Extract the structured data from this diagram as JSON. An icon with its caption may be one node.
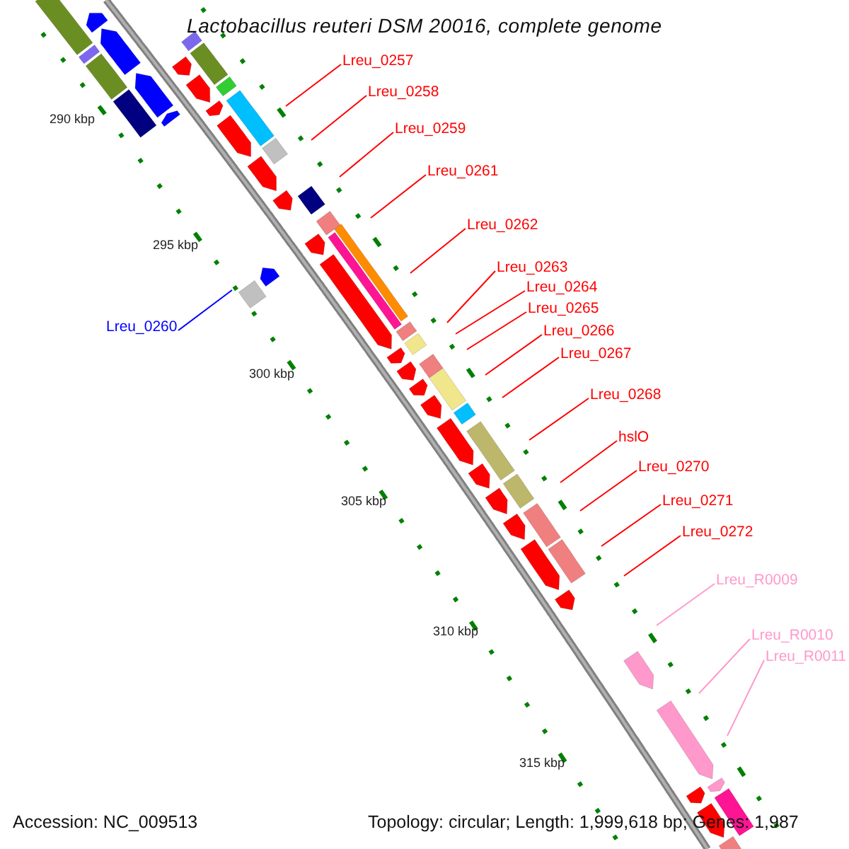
{
  "diagram": {
    "title": "Lactobacillus reuteri DSM 20016, complete genome",
    "nodes": [
      {
        "text": [
          "Lreu_0257"
        ]
      },
      {
        "text": [
          "Lreu_0258"
        ]
      },
      {
        "text": [
          "Lreu_0259"
        ]
      },
      {
        "text": [
          "Lreu_0261"
        ]
      },
      {
        "text": [
          "Lreu_0262"
        ]
      },
      {
        "text": [
          "Lreu_0263"
        ]
      },
      {
        "text": [
          "Lreu_0264"
        ]
      },
      {
        "text": [
          "Lreu_0265"
        ]
      },
      {
        "text": [
          "Lreu_0260"
        ]
      },
      {
        "text": [
          "Lreu_0266"
        ]
      },
      {
        "text": [
          "Lreu_0267"
        ]
      },
      {
        "text": [
          "Lreu_0268"
        ]
      },
      {
        "text": [
          "hslO"
        ]
      },
      {
        "text": [
          "Lreu_0270"
        ]
      },
      {
        "text": [
          "Lreu_0271"
        ]
      },
      {
        "text": [
          "Lreu_0272"
        ]
      },
      {
        "text": [
          "Lreu_R0009"
        ]
      },
      {
        "text": [
          "Lreu_R0010"
        ]
      },
      {
        "text": [
          "Lreu_R0011"
        ]
      }
    ],
    "edges": [
      {
        "from": 0,
        "to": null,
        "arrow": "none"
      },
      {
        "from": 1,
        "to": null,
        "arrow": "none"
      },
      {
        "from": 2,
        "to": null,
        "arrow": "none"
      },
      {
        "from": 3,
        "to": null,
        "arrow": "none"
      },
      {
        "from": 4,
        "to": null,
        "arrow": "none"
      },
      {
        "from": 5,
        "to": null,
        "arrow": "none"
      },
      {
        "from": 6,
        "to": null,
        "arrow": "none"
      },
      {
        "from": 7,
        "to": null,
        "arrow": "none"
      },
      {
        "from": 8,
        "to": null,
        "arrow": "none",
        "color": "#0000ff"
      },
      {
        "from": 9,
        "to": null,
        "arrow": "none"
      },
      {
        "from": 10,
        "to": null,
        "arrow": "none"
      },
      {
        "from": 11,
        "to": null,
        "arrow": "none"
      },
      {
        "from": 12,
        "to": null,
        "arrow": "none"
      },
      {
        "from": 13,
        "to": null,
        "arrow": "none"
      },
      {
        "from": 14,
        "to": null,
        "arrow": "none"
      },
      {
        "from": 15,
        "to": null,
        "arrow": "none"
      },
      {
        "from": 16,
        "to": null,
        "arrow": "none",
        "color": "#ff99cc"
      },
      {
        "from": 17,
        "to": null,
        "arrow": "none",
        "color": "#ff99cc"
      },
      {
        "from": 18,
        "to": null,
        "arrow": "none",
        "color": "#ff99cc"
      }
    ],
    "labels": [
      "290 kbp",
      "295 kbp",
      "300 kbp",
      "305 kbp",
      "310 kbp",
      "315 kbp",
      "Accession: NC_009513",
      "Topology: circular; Length: 1,999,618 bp; Genes: 1,987"
    ]
  }
}
